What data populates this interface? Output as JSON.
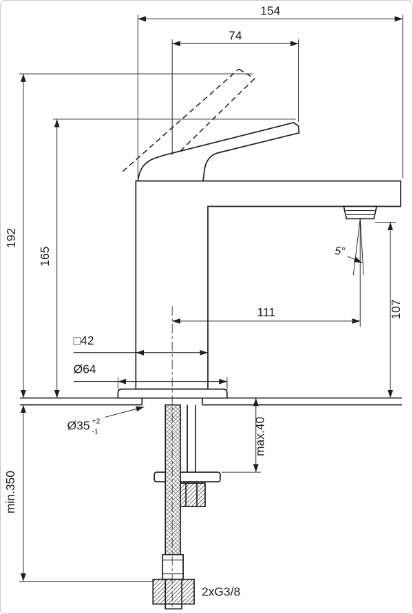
{
  "labels": {
    "overall_depth": "154",
    "handle_length": "74",
    "total_height": "192",
    "body_height": "165",
    "spout_reach": "111",
    "outlet_height": "107",
    "spray_angle": "5°",
    "body_section": "□42",
    "base_diameter": "Ø64",
    "hole_diameter": "Ø35",
    "hole_tol_plus": "+2",
    "hole_tol_minus": "-1",
    "max_deck_thickness": "max.40",
    "min_hose_length": "min.350",
    "hose_connection": "2xG3/8"
  },
  "colors": {
    "line": "#1d1d1d",
    "background": "#ffffff"
  }
}
